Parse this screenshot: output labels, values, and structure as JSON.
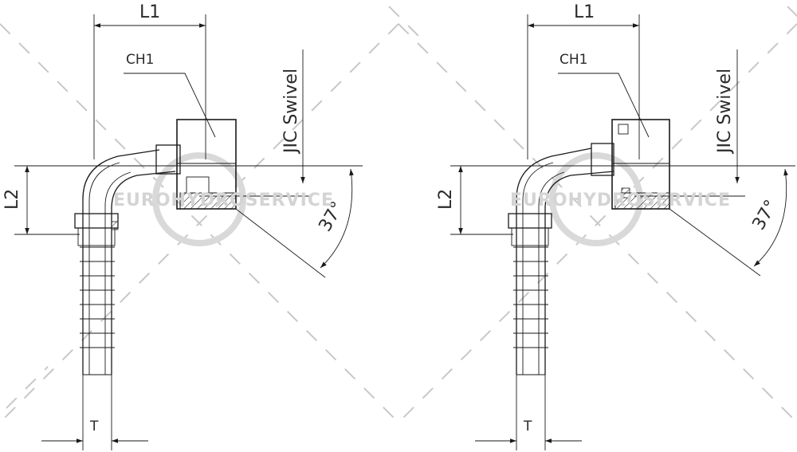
{
  "drawings": [
    {
      "id": "left",
      "labels": {
        "length_1": "L1",
        "length_2": "L2",
        "hex": "CH1",
        "connection": "JIC Swivel",
        "angle": "37°",
        "thickness": "T"
      },
      "watermark": "EUROHYDROSERVICE"
    },
    {
      "id": "right",
      "labels": {
        "length_1": "L1",
        "length_2": "L2",
        "hex": "CH1",
        "connection": "JIC Swivel",
        "angle": "37°",
        "thickness": "T"
      },
      "watermark": "EUROHYDROSERVICE"
    }
  ]
}
